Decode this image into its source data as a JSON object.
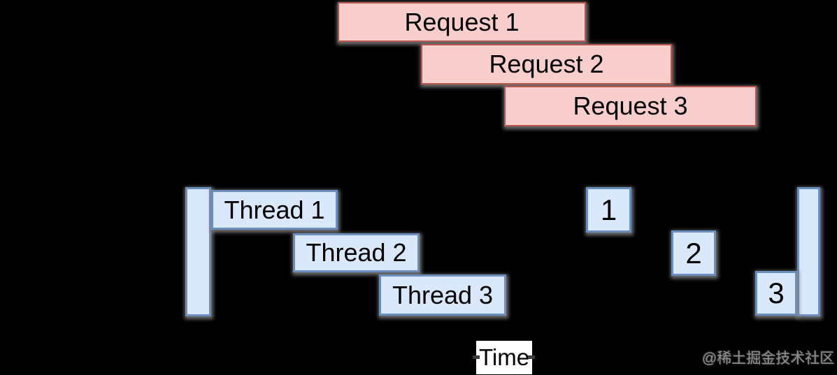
{
  "diagram": {
    "title_hint": "thread-per-request concurrency timeline",
    "requests": [
      {
        "label": "Request 1"
      },
      {
        "label": "Request 2"
      },
      {
        "label": "Request 3"
      }
    ],
    "threads": [
      {
        "label": "Thread 1"
      },
      {
        "label": "Thread 2"
      },
      {
        "label": "Thread 3"
      }
    ],
    "markers": [
      {
        "label": "1"
      },
      {
        "label": "2"
      },
      {
        "label": "3"
      }
    ],
    "axis": {
      "label": "Time"
    },
    "watermark": {
      "text": "@稀土掘金技术社区"
    },
    "colors": {
      "background": "#000000",
      "request_fill": "#f8cecc",
      "request_border": "#b85450",
      "thread_fill": "#dae8fc",
      "thread_border": "#6c8ebf",
      "shadow": "#808080",
      "axis_label_bg": "#ffffff",
      "text": "#000000",
      "watermark_text": "#8f8f8f"
    }
  }
}
